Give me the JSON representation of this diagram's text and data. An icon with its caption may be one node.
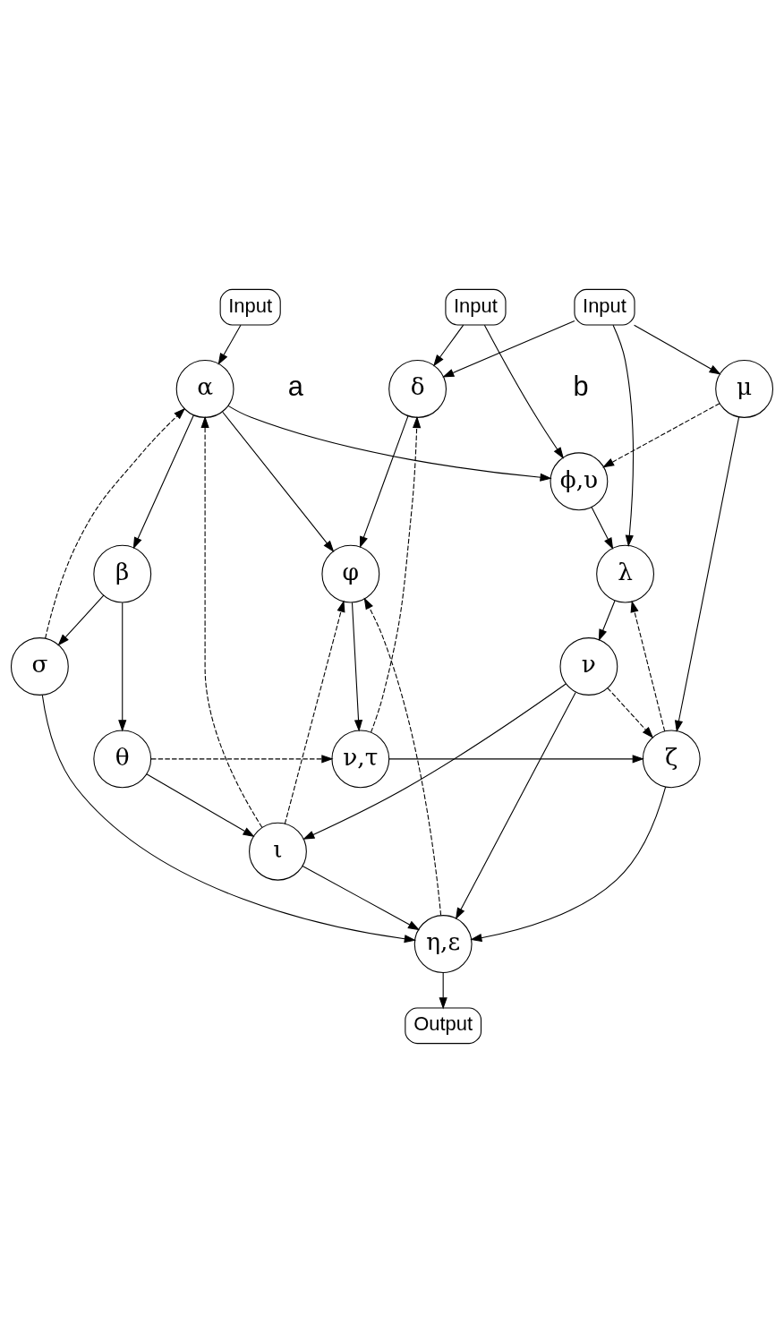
{
  "diagram": {
    "nodes": [
      {
        "text": [
          "Input"
        ]
      },
      {
        "text": [
          "Input"
        ]
      },
      {
        "text": [
          "Input"
        ]
      },
      {
        "text": [
          "α"
        ]
      },
      {
        "text": [
          "ϕ,υ"
        ]
      },
      {
        "text": [
          "δ"
        ]
      },
      {
        "text": [
          "μ"
        ]
      },
      {
        "text": [
          "β"
        ]
      },
      {
        "text": [
          "φ"
        ]
      },
      {
        "text": [
          "λ"
        ]
      },
      {
        "text": [
          "θ"
        ]
      },
      {
        "text": [
          "ν,τ"
        ]
      },
      {
        "text": [
          "ζ"
        ]
      },
      {
        "text": [
          "σ"
        ]
      },
      {
        "text": [
          "ν"
        ]
      },
      {
        "text": [
          "ι"
        ]
      },
      {
        "text": [
          "η,ε"
        ]
      },
      {
        "text": [
          "Output"
        ]
      }
    ],
    "edges": [
      {
        "from": 0,
        "to": 3,
        "arrow": "to"
      },
      {
        "from": 1,
        "to": 4,
        "arrow": "to"
      },
      {
        "from": 1,
        "to": 5,
        "arrow": "to"
      },
      {
        "from": 2,
        "to": 5,
        "arrow": "to"
      },
      {
        "from": 2,
        "to": 9,
        "arrow": "to"
      },
      {
        "from": 2,
        "to": 6,
        "arrow": "to"
      },
      {
        "from": 3,
        "to": 4,
        "arrow": "to"
      },
      {
        "from": 6,
        "to": 4,
        "arrow": "to",
        "style": "dashed"
      },
      {
        "from": 3,
        "to": 7,
        "arrow": "to"
      },
      {
        "from": 3,
        "to": 8,
        "arrow": "to"
      },
      {
        "from": 5,
        "to": 8,
        "arrow": "to"
      },
      {
        "from": 4,
        "to": 9,
        "arrow": "to"
      },
      {
        "from": 6,
        "to": 12,
        "arrow": "to"
      },
      {
        "from": 7,
        "to": 10,
        "arrow": "to"
      },
      {
        "from": 7,
        "to": 13,
        "arrow": "to"
      },
      {
        "from": 8,
        "to": 11,
        "arrow": "to"
      },
      {
        "from": 11,
        "to": 5,
        "arrow": "to",
        "style": "dashed"
      },
      {
        "from": 10,
        "to": 11,
        "arrow": "to",
        "style": "dashed"
      },
      {
        "from": 11,
        "to": 12,
        "arrow": "to"
      },
      {
        "from": 12,
        "to": 9,
        "arrow": "to",
        "style": "dashed"
      },
      {
        "from": 9,
        "to": 14,
        "arrow": "to"
      },
      {
        "from": 14,
        "to": 12,
        "arrow": "to",
        "style": "dashed"
      },
      {
        "from": 10,
        "to": 15,
        "arrow": "to"
      },
      {
        "from": 15,
        "to": 8,
        "arrow": "to",
        "style": "dashed"
      },
      {
        "from": 15,
        "to": 3,
        "arrow": "to",
        "style": "dashed"
      },
      {
        "from": 13,
        "to": 3,
        "arrow": "to",
        "style": "dashed"
      },
      {
        "from": 16,
        "to": 8,
        "arrow": "to",
        "style": "dashed"
      },
      {
        "from": 13,
        "to": 16,
        "arrow": "to"
      },
      {
        "from": 14,
        "to": 15,
        "arrow": "to"
      },
      {
        "from": 14,
        "to": 16,
        "arrow": "to"
      },
      {
        "from": 15,
        "to": 16,
        "arrow": "to"
      },
      {
        "from": 12,
        "to": 16,
        "arrow": "to"
      },
      {
        "from": 16,
        "to": 17,
        "arrow": "to"
      }
    ],
    "labels": [
      "a",
      "b"
    ]
  }
}
